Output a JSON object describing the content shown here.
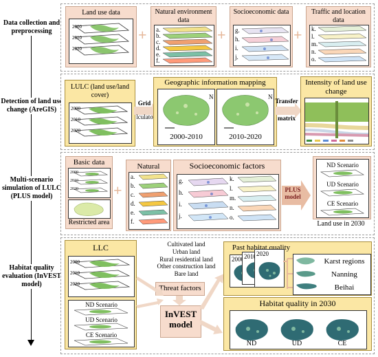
{
  "stages": [
    {
      "label": "Data collection and preprocessing"
    },
    {
      "label": "Detection of land use change (AreGIS)"
    },
    {
      "label": "Multi-scenario simulation of LULC (PLUS model)"
    },
    {
      "label": "Habitat quality evaluation (InVEST model)"
    }
  ],
  "s1": {
    "land_use": "Land use data",
    "years": [
      "2000",
      "2010",
      "2020"
    ],
    "natural": "Natural environment data",
    "natural_letters": [
      "a.",
      "b.",
      "c.",
      "d.",
      "e.",
      "f."
    ],
    "socio": "Socioeconomic data",
    "socio_letters": [
      "g.",
      "h.",
      "i.",
      "j."
    ],
    "traffic": "Traffic and location data",
    "traffic_letters": [
      "k.",
      "l.",
      "m.",
      "n.",
      "o."
    ]
  },
  "s2": {
    "lulc": "LULC (land use/land cover)",
    "years": [
      "2000",
      "2010",
      "2020"
    ],
    "grid": "Grid",
    "calculator": "lculator",
    "gim": "Geographic information mapping",
    "period1": "2000-2010",
    "period2": "2010-2020",
    "transfer": "Transfer",
    "matrix": "matrix",
    "intensity": "Intensity of land use change"
  },
  "s3": {
    "basic": "Basic data",
    "years": [
      "2000",
      "2010",
      "2020"
    ],
    "restricted": "Restricted area",
    "natural": "Natural factors",
    "natural_letters": [
      "a.",
      "b.",
      "c.",
      "d.",
      "e.",
      "f."
    ],
    "socio": "Socioeconomic factors",
    "socio_letters_left": [
      "g.",
      "h.",
      "i.",
      "j."
    ],
    "socio_letters_right": [
      "k.",
      "l.",
      "m.",
      "n.",
      "o."
    ],
    "plus": "PLUS model",
    "scenarios": [
      "ND Scenario",
      "UD Scenario",
      "CE Scenario"
    ],
    "result": "Land use in 2030"
  },
  "s4": {
    "llc": "LLC",
    "years": [
      "2000",
      "2010",
      "2020"
    ],
    "scenarios": [
      "ND Scenario",
      "UD Scenario",
      "CE Scenario"
    ],
    "land_types": [
      "Cultivated land",
      "Urban land",
      "Rural residential land",
      "Other construction land",
      "Bare land"
    ],
    "threat": "Threat factors",
    "invest": "InVEST model",
    "past": "Past habitat quality",
    "map_years": [
      "2000",
      "2010",
      "2020"
    ],
    "regions": [
      "Karst regions",
      "Nanning",
      "Beihai"
    ],
    "hq2030": "Habitat quality in 2030",
    "map_labels": [
      "ND",
      "UD",
      "CE"
    ]
  },
  "colors": {
    "pink": "#f7dccd",
    "yellow": "#fbe7a4",
    "arrow": "#f0d7c6",
    "map_green": "#8cc870",
    "hq_dark": "#2f6b73"
  }
}
